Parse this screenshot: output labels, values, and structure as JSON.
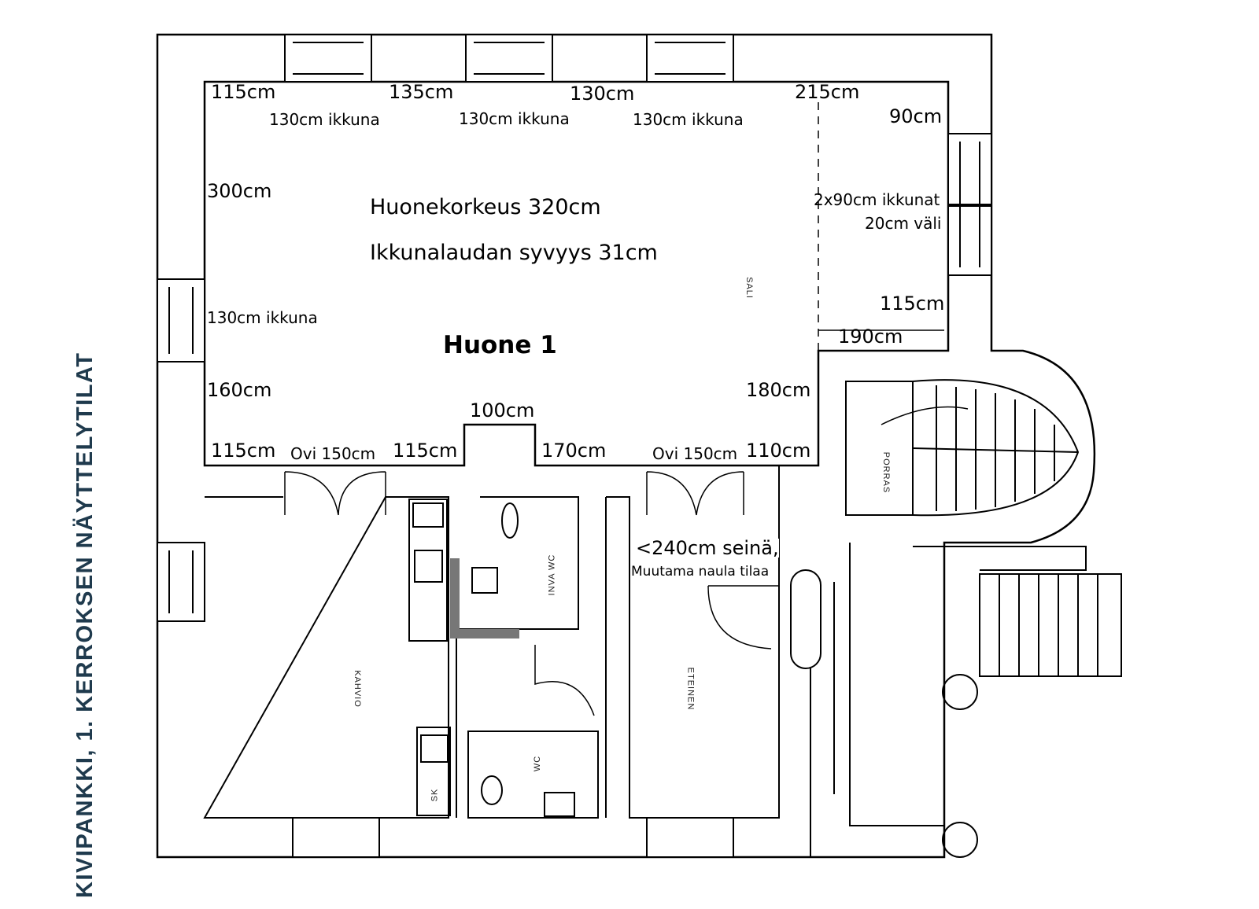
{
  "title": "KIVIPANKKI, 1. KERROKSEN NÄYTTELYTILAT",
  "room": {
    "name": "Huone 1",
    "height_note": "Huonekorkeus 320cm",
    "sill_note": "Ikkunalaudan syvyys 31cm"
  },
  "dimensions": {
    "top_115": "115cm",
    "top_135": "135cm",
    "top_130": "130cm",
    "top_215": "215cm",
    "right_90": "90cm",
    "left_300": "300cm",
    "right_115": "115cm",
    "right_190": "190cm",
    "left_160": "160cm",
    "right_180": "180cm",
    "bottom_100": "100cm",
    "bottom_115a": "115cm",
    "bottom_115b": "115cm",
    "bottom_170": "170cm",
    "bottom_110": "110cm"
  },
  "windows": {
    "w1": "130cm ikkuna",
    "w2": "130cm ikkuna",
    "w3": "130cm ikkuna",
    "w_left": "130cm ikkuna",
    "w_right_1": "2x90cm ikkunat",
    "w_right_2": "20cm väli"
  },
  "doors": {
    "d1": "Ovi 150cm",
    "d2": "Ovi 150cm"
  },
  "wall_note": {
    "line1": "<240cm seinä,",
    "line2": "Muutama naula tilaa"
  },
  "plan_labels": {
    "sali": "SALI",
    "kahvio": "KAHVIO",
    "inva_wc": "INVA WC",
    "wc": "WC",
    "eteinen": "ETEINEN",
    "porras": "PORRAS",
    "sk": "SK"
  }
}
